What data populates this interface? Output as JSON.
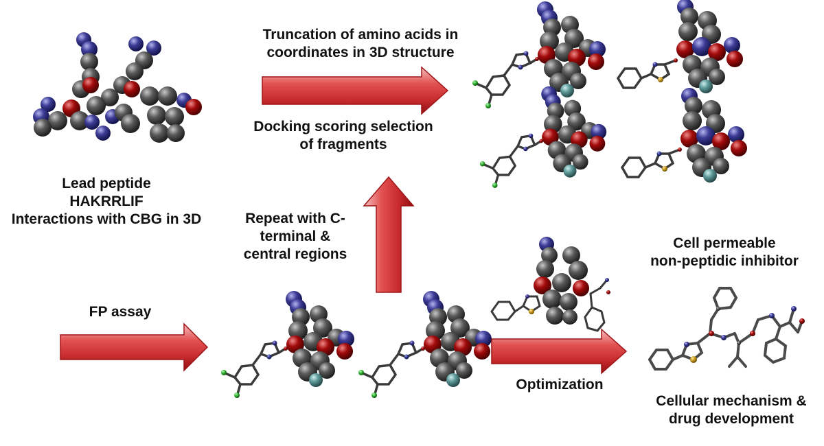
{
  "colors": {
    "background": "#ffffff",
    "arrow_light": "#f2a5a5",
    "arrow_mid": "#d9383a",
    "arrow_dark": "#9e1518",
    "atom_carbon": "#4a4a4a",
    "atom_nitrogen": "#3c3c96",
    "atom_oxygen": "#a30b0b",
    "atom_fluorine": "#5f9a9a",
    "atom_chlorine": "#36b536",
    "atom_sulfur": "#c99a1c"
  },
  "diagram": {
    "lead": {
      "line1": "Lead peptide",
      "line2": "HAKRRLIF",
      "line3": "Interactions with CBG in 3D"
    },
    "truncation": {
      "line1": "Truncation of amino acids in",
      "line2": "coordinates in 3D structure"
    },
    "docking": {
      "line1": "Docking scoring selection",
      "line2": "of fragments"
    },
    "repeat": {
      "line1": "Repeat with C-",
      "line2": "terminal &",
      "line3": "central regions"
    },
    "fp_assay": {
      "line1": "FP assay"
    },
    "optimization": {
      "line1": "Optimization"
    },
    "cell_permeable": {
      "line1": "Cell permeable",
      "line2": "non-peptidic inhibitor"
    },
    "cellular": {
      "line1": "Cellular mechanism &",
      "line2": "drug development"
    }
  },
  "icons": {
    "lead_peptide": "lead-peptide-spacefill-model-icon",
    "docked_fragment": "docked-fragment-molecule-icon",
    "optimized_complex": "optimized-complex-molecule-icon",
    "inhibitor": "non-peptidic-inhibitor-ball-and-stick-icon",
    "arrow": "process-arrow-icon"
  }
}
